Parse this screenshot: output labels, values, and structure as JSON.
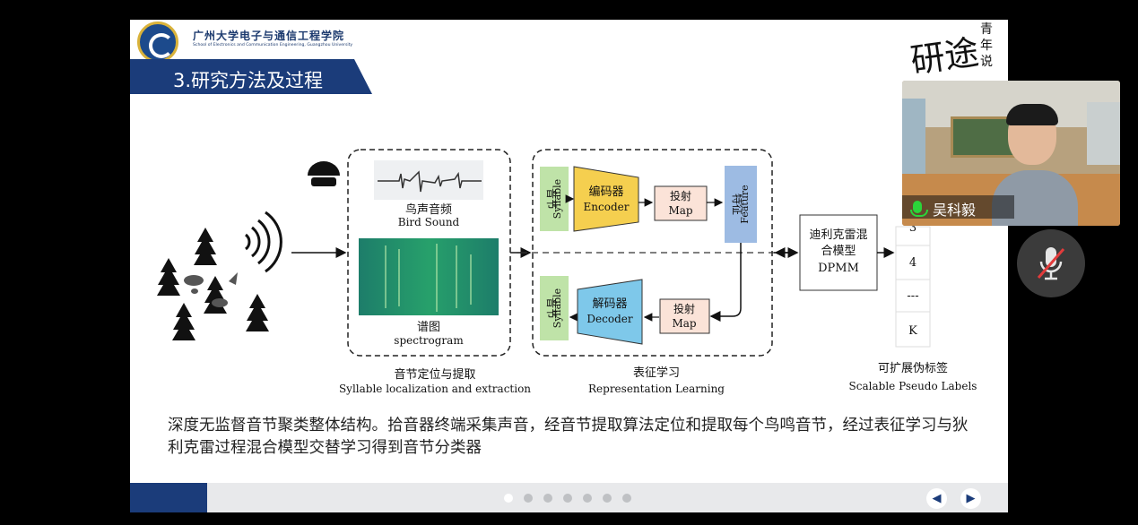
{
  "slide": {
    "school_name_cn": "广州大学电子与通信工程学院",
    "school_name_en": "School of Electronics and Communication Engineering, Guangzhou University",
    "section_title": "3.研究方法及过程",
    "brush_logo_main": "研途",
    "brush_logo_side": "青年说",
    "caption": "深度无监督音节聚类整体结构。拾音器终端采集声音，经音节提取算法定位和提取每个鸟鸣音节，经过表征学习与狄利克雷过程混合模型交替学习得到音节分类器"
  },
  "diagram": {
    "bird_sound_cn": "鸟声音频",
    "bird_sound_en": "Bird Sound",
    "spectrogram_cn": "谱图",
    "spectrogram_en": "spectrogram",
    "syllable_extract_cn": "音节定位与提取",
    "syllable_extract_en": "Syllable localization and extraction",
    "syllable_cn": "音节",
    "syllable_en": "Syllable",
    "encoder_cn": "编码器",
    "encoder_en": "Encoder",
    "decoder_cn": "解码器",
    "decoder_en": "Decoder",
    "map_cn": "投射",
    "map_en": "Map",
    "feature_cn": "特征",
    "feature_en": "Feature",
    "repr_cn": "表征学习",
    "repr_en": "Representation Learning",
    "dpmm_line1": "迪利克雷混",
    "dpmm_line2": "合模型",
    "dpmm_line3": "DPMM",
    "labels": [
      "3",
      "4",
      "---",
      "K"
    ],
    "pseudo_cn": "可扩展伪标签",
    "pseudo_en": "Scalable Pseudo Labels"
  },
  "player": {
    "slide_count": 7,
    "active_slide": 1,
    "prev_icon": "arrow-left-icon",
    "next_icon": "arrow-right-icon"
  },
  "video": {
    "participant_name": "吴科毅",
    "mic_icon": "microphone-icon",
    "mute_icon": "microphone-muted-icon"
  },
  "colors": {
    "slide_blue": "#1b3c7a",
    "syllable_green": "#bfe3a8",
    "encoder_yellow": "#f5cf4f",
    "decoder_blue": "#7ec8ea",
    "map_pink": "#fbe3d8",
    "feature_blue": "#9dbbe3"
  }
}
